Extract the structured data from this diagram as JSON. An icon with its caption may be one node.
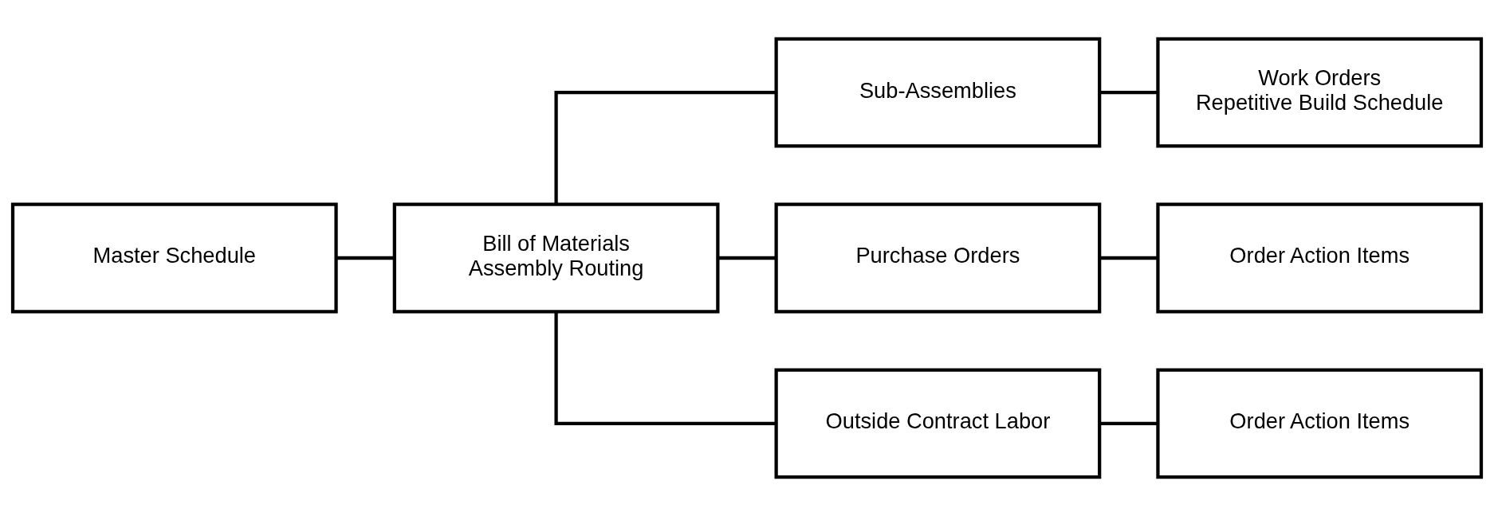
{
  "diagram": {
    "nodes": [
      {
        "text": [
          "Master Schedule"
        ]
      },
      {
        "text": [
          "Bill of Materials",
          "Assembly Routing"
        ]
      },
      {
        "text": [
          "Sub-Assemblies"
        ]
      },
      {
        "text": [
          "Work Orders",
          "Repetitive Build Schedule"
        ]
      },
      {
        "text": [
          "Purchase Orders"
        ]
      },
      {
        "text": [
          "Order Action Items"
        ]
      },
      {
        "text": [
          "Outside Contract Labor"
        ]
      },
      {
        "text": [
          "Order Action Items"
        ]
      }
    ],
    "edges": [
      {
        "from": 0,
        "to": 1,
        "arrow": "none"
      },
      {
        "from": 1,
        "to": 2,
        "arrow": "none"
      },
      {
        "from": 2,
        "to": 3,
        "arrow": "none"
      },
      {
        "from": 1,
        "to": 4,
        "arrow": "none"
      },
      {
        "from": 4,
        "to": 5,
        "arrow": "none"
      },
      {
        "from": 1,
        "to": 6,
        "arrow": "none"
      },
      {
        "from": 6,
        "to": 7,
        "arrow": "none"
      }
    ]
  }
}
